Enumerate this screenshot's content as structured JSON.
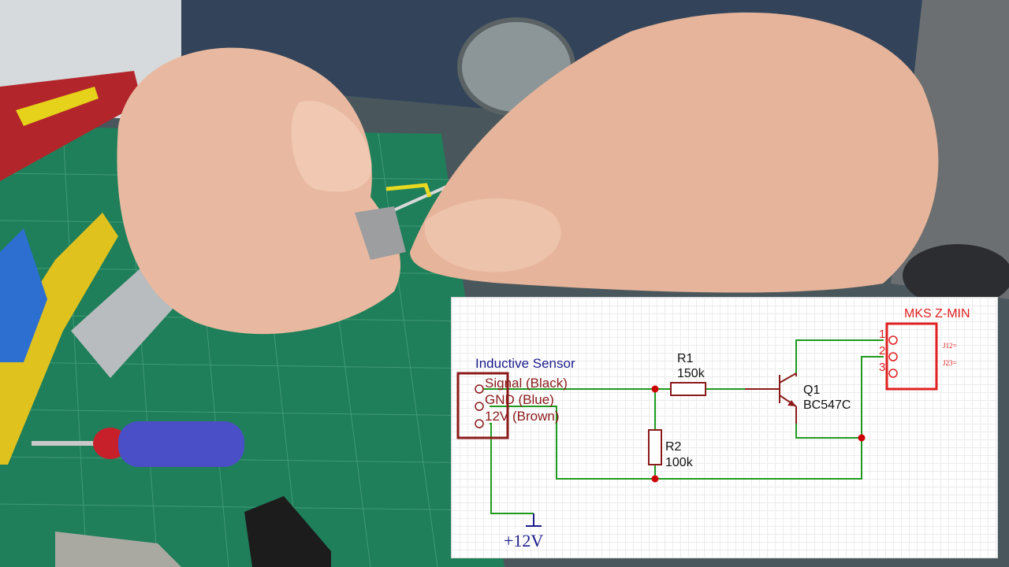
{
  "schematic": {
    "sensor": {
      "title": "Inductive Sensor",
      "pins": [
        "Signal (Black)",
        "GND (Blue)",
        "12V (Brown)"
      ]
    },
    "r1": {
      "ref": "R1",
      "value": "150k"
    },
    "r2": {
      "ref": "R2",
      "value": "100k"
    },
    "q1": {
      "ref": "Q1",
      "value": "BC547C"
    },
    "connector": {
      "title": "MKS Z-MIN",
      "pins": [
        "1",
        "2",
        "3"
      ],
      "notes": [
        "J12=",
        "J23="
      ]
    },
    "supply": {
      "label": "+12V"
    }
  },
  "colors": {
    "wire": "#1f9a1f",
    "component": "#8b1a1a",
    "junction": "#cc0000",
    "connector": "#e02020",
    "label_blue": "#1a1a8c"
  }
}
